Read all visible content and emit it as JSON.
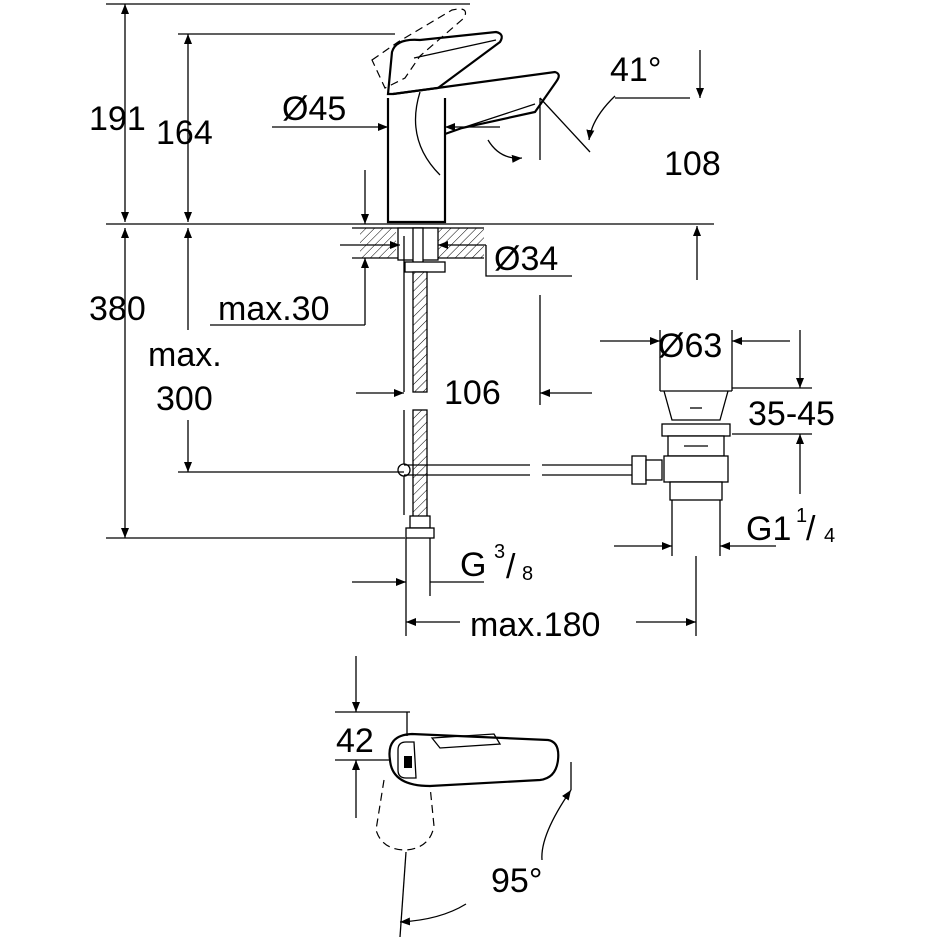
{
  "dimensions": {
    "overall_height": "191",
    "spout_height": "164",
    "body_diameter": "Ø45",
    "lever_angle": "41°",
    "spout_reach": "108",
    "hole_diameter": "Ø34",
    "below_deck_height": "380",
    "max_deck_thickness": "max.30",
    "max_hose_length_line1": "max.",
    "max_hose_length_line2": "300",
    "waste_offset": "106",
    "waste_flange_diameter": "Ø63",
    "waste_deck_range": "35-45",
    "waste_thread": "G1",
    "waste_thread_num": "1",
    "waste_thread_den": "4",
    "supply_thread": "G",
    "supply_thread_num": "3",
    "supply_thread_den": "8",
    "max_rod_distance": "max.180",
    "handle_height": "42",
    "handle_rotation": "95°"
  }
}
